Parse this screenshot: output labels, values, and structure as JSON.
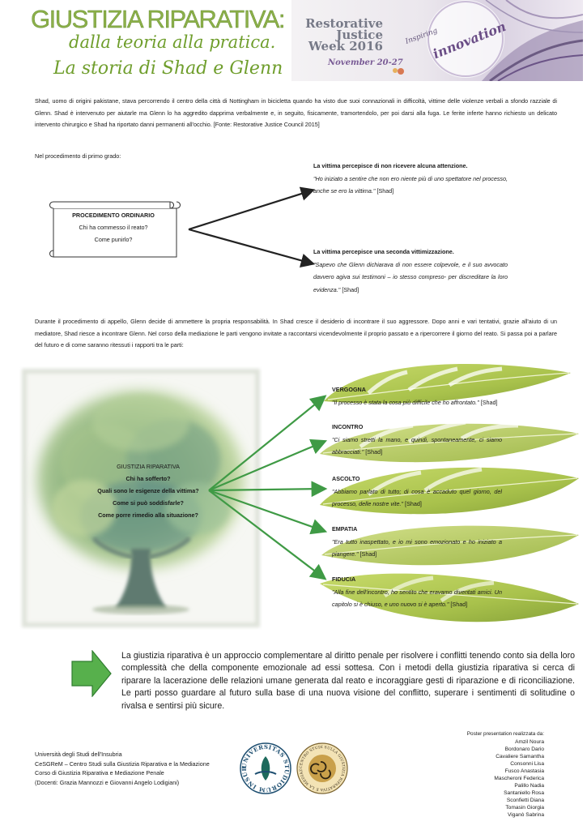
{
  "header": {
    "title_line1": "GIUSTIZIA RIPARATIVA:",
    "title_line2": "dalla teoria alla pratica.",
    "title_line3": "La storia di Shad e Glenn",
    "banner": {
      "event_line1": "Restorative",
      "event_line2": "Justice",
      "event_line3": "Week 2016",
      "dates": "November 20-27",
      "inspiring": "Inspiring",
      "innovation": "innovation"
    }
  },
  "intro": "Shad, uomo di origini pakistane, stava percorrendo il centro della città di Nottingham in bicicletta quando ha visto due suoi connazionali in difficoltà, vittime delle violenze verbali a sfondo razziale di Glenn. Shad è intervenuto per aiutarle ma Glenn lo ha aggredito dapprima verbalmente e, in seguito, fisicamente, tramortendolo, per poi darsi alla fuga. Le ferite inferte hanno richiesto un delicato intervento chirurgico e Shad ha riportato danni permanenti all'occhio. [Fonte: Restorative Justice Council 2015]",
  "primo_grado_label": "Nel procedimento di primo grado:",
  "procedimento": {
    "title": "PROCEDIMENTO ORDINARIO",
    "q1": "Chi ha commesso il reato?",
    "q2": "Come punirlo?"
  },
  "vittima1": {
    "heading": "La vittima percepisce di non ricevere alcuna attenzione.",
    "quote": "\"Ho iniziato a sentire che non ero niente più di uno spettatore nel processo, anche se ero la vittima.\"",
    "source": " [Shad]"
  },
  "vittima2": {
    "heading": "La vittima percepisce una seconda vittimizzazione.",
    "quote": "\"Sapevo che Glenn dichiarava di non essere colpevole, e il suo avvocato davvero agiva sui testimoni – io stesso compreso- per discreditare la loro evidenza.\"",
    "source": "  [Shad]"
  },
  "appello": "Durante il procedimento di appello, Glenn decide di ammettere la propria responsabilità. In Shad cresce il desiderio di incontrare il suo aggressore. Dopo anni e vari tentativi, grazie all'aiuto di un mediatore, Shad riesce a incontrare Glenn. Nel corso della mediazione le parti vengono invitate a raccontarsi vicendevolmente il proprio passato e a ripercorrere il giorno del reato. Si passa poi a parlare del futuro e di come saranno ritessuti i rapporti tra le parti:",
  "giustizia": {
    "title": "GIUSTIZIA RIPARATIVA",
    "q1": "Chi ha sofferto?",
    "q2": "Quali sono le esigenze della vittima?",
    "q3": "Come si può soddisfarle?",
    "q4": "Come porre rimedio alla situazione?"
  },
  "leaves": [
    {
      "label": "VERGOGNA",
      "quote": "\"Il processo è stata la cosa più difficile che ho affrontato.\"",
      "source": " [Shad]"
    },
    {
      "label": "INCONTRO",
      "quote": "\"Ci siamo stretti la mano, e quindi, spontaneamente, ci siamo abbracciati.\"",
      "source": "  [Shad]"
    },
    {
      "label": "ASCOLTO",
      "quote": "\"Abbiamo parlato di tutto; di cosa è accaduto quel giorno, del processo, delle nostre vite.\"",
      "source": "  [Shad]"
    },
    {
      "label": "EMPATIA",
      "quote": "\"Era tutto inaspettato, e io mi sono emozionato e ho iniziato a piangere.\"",
      "source": "  [Shad]"
    },
    {
      "label": "FIDUCIA",
      "quote": "\"Alla fine dell'incontro, ho sentito che eravamo diventati amici. Un capitolo si è chiuso, e uno nuovo si è aperto.\"",
      "source": "  [Shad]"
    }
  ],
  "summary": "La giustizia riparativa è un approccio complementare al diritto penale per risolvere i conflitti tenendo conto sia della loro complessità che della componente emozionale ad essi sottesa. Con i metodi della giustizia riparativa si cerca di riparare la lacerazione delle relazioni umane generata dal reato e incoraggiare gesti di riparazione e di riconciliazione. Le parti posso guardare al futuro sulla base di una nuova visione del conflitto, superare i sentimenti di solitudine o rivalsa e sentirsi più sicure.",
  "footer": {
    "line1": "Università degli Studi dell'Insubria",
    "line2": "CeSGReM – Centro Studi sulla Giustizia Riparativa e la Mediazione",
    "line3": "Corso di Giustizia Riparativa e Mediazione Penale",
    "line4": "(Docenti: Grazia Mannozzi e Giovanni Angelo Lodigiani)",
    "seal1_text": "UNIVERSITAS STUDIORUM INSUBRIAE",
    "seal2_text": "CENTRO STUDI SULLA GIUSTIZIA RIPARATIVA E LA MEDIAZIONE · CeSGReM",
    "credits_title": "Poster presentation realizzata da:",
    "credits": [
      "Amzil Noura",
      "Bordonaro Dario",
      "Cavaliere Samantha",
      "Consonni Lisa",
      "Fusco Anastasia",
      "Mascheroni Federica",
      "Palillo Nadia",
      "Santaniello Rosa",
      "Sconfietti Diana",
      "Tomasin Giorgia",
      "Viganò Sabrina"
    ]
  },
  "colors": {
    "title_green": "#8db04a",
    "leaf_green": "#a9c24c",
    "arrow_green": "#3f9a45",
    "banner_purple": "#6a4d86"
  }
}
